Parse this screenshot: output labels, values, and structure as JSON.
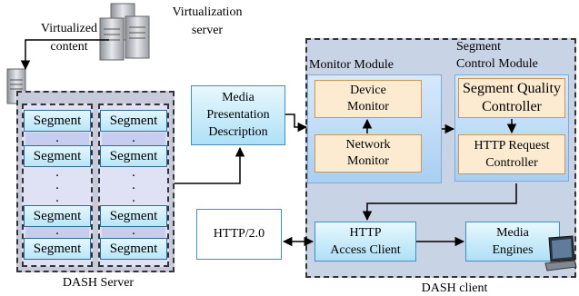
{
  "virtualization_server": {
    "line1": "Virtualization",
    "line2": "server",
    "icon": "server-cluster-icon"
  },
  "virtualized_content": {
    "line1": "Virtualized",
    "line2": "content"
  },
  "dash_server": {
    "label": "DASH Server",
    "segment_label": "Segment",
    "dot": "."
  },
  "mpd": {
    "line1": "Media",
    "line2": "Presentation",
    "line3": "Description"
  },
  "dash_client": {
    "label": "DASH client",
    "monitor_module": {
      "label": "Monitor Module",
      "device_monitor": {
        "line1": "Device",
        "line2": "Monitor"
      },
      "network_monitor": {
        "line1": "Network",
        "line2": "Monitor"
      }
    },
    "segment_control_module": {
      "line1": "Segment",
      "line2": "Control Module",
      "quality_controller": {
        "line1": "Segment Quality",
        "line2": "Controller"
      },
      "http_request_controller": {
        "line1": "HTTP Request",
        "line2": "Controller"
      }
    },
    "http_access_client": {
      "line1": "HTTP",
      "line2": "Access Client"
    },
    "media_engines": {
      "line1": "Media",
      "line2": "Engines",
      "icon": "laptop-icon"
    }
  },
  "http2": {
    "label": "HTTP/2.0"
  }
}
